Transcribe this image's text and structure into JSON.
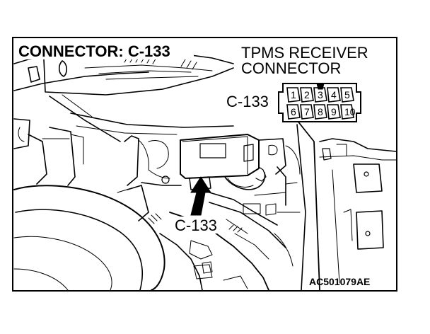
{
  "figure": {
    "title": "CONNECTOR: C-133",
    "callout_line1": "TPMS RECEIVER",
    "callout_line2": "CONNECTOR",
    "connector_ref": "C-133",
    "photo_label": "C-133",
    "figure_code": "AC501079AE",
    "pins_top": [
      "1",
      "2",
      "3",
      "4",
      "5"
    ],
    "pins_bottom": [
      "6",
      "7",
      "8",
      "9",
      "10"
    ],
    "ink_color": "#000000",
    "paper_color": "#ffffff"
  }
}
